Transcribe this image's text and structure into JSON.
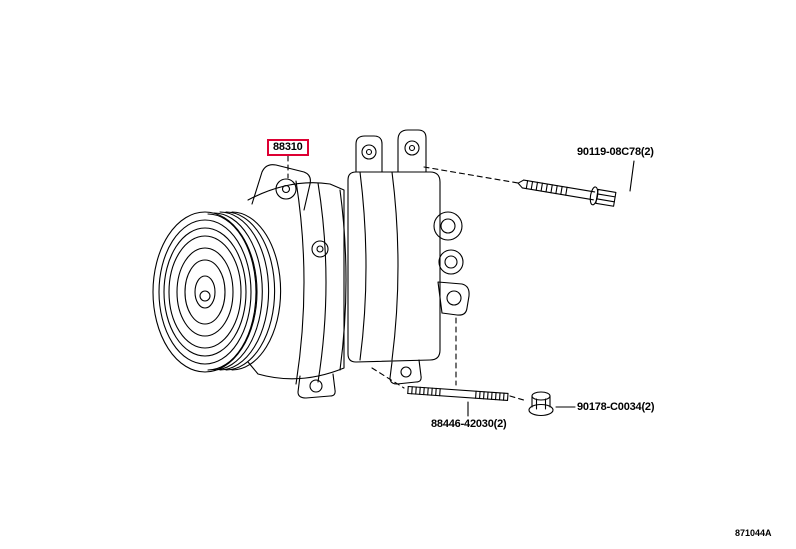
{
  "diagram": {
    "code": "871044A",
    "highlight_color": "#dd0033",
    "line_color": "#000000",
    "background_color": "#ffffff",
    "parts": {
      "compressor": {
        "number": "88310",
        "highlighted": true
      },
      "bolt_upper": {
        "number": "90119-08C78(2)"
      },
      "nut_lower": {
        "number": "90178-C0034(2)"
      },
      "stud_lower": {
        "number": "88446-42030(2)"
      }
    }
  }
}
